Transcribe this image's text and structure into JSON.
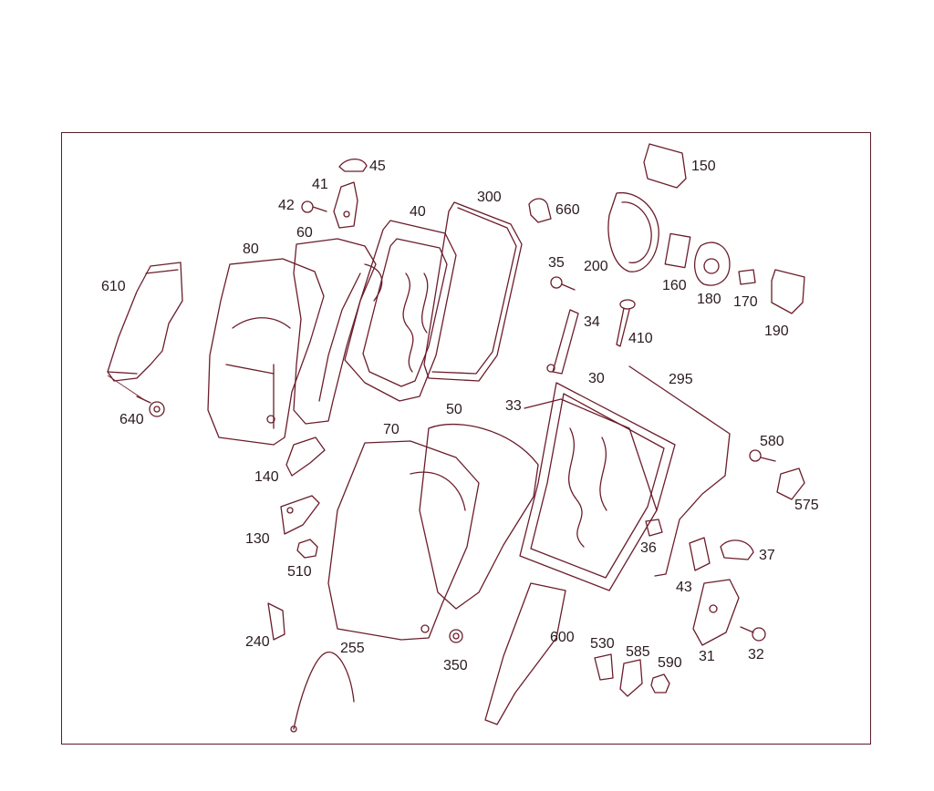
{
  "diagram": {
    "line_color": "#6b1d2b",
    "text_color": "#2a1a1e",
    "background": "#ffffff",
    "part_numbers": {
      "p45": "45",
      "p41": "41",
      "p42": "42",
      "p60": "60",
      "p80": "80",
      "p610": "610",
      "p640": "640",
      "p40": "40",
      "p300": "300",
      "p660": "660",
      "p150": "150",
      "p200": "200",
      "p160": "160",
      "p180": "180",
      "p170": "170",
      "p190": "190",
      "p35": "35",
      "p34": "34",
      "p410": "410",
      "p30": "30",
      "p295": "295",
      "p33": "33",
      "p50": "50",
      "p70": "70",
      "p140": "140",
      "p130": "130",
      "p510": "510",
      "p580": "580",
      "p575": "575",
      "p36": "36",
      "p37": "37",
      "p43": "43",
      "p31": "31",
      "p32": "32",
      "p240": "240",
      "p255": "255",
      "p350": "350",
      "p600": "600",
      "p530": "530",
      "p585": "585",
      "p590": "590"
    }
  }
}
